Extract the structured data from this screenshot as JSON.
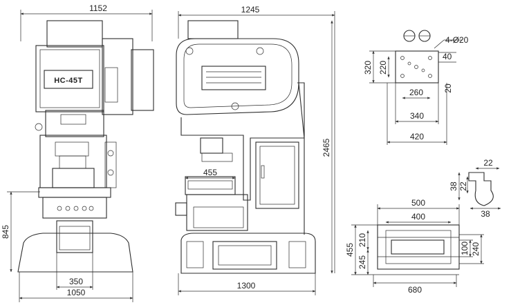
{
  "front_view": {
    "model_label": "HC-45T",
    "dim_total_width": "1152",
    "dim_base_width": "1050",
    "dim_bolster_width": "350",
    "dim_height": "845"
  },
  "side_view": {
    "dim_top_width": "1245",
    "dim_base_width": "1300",
    "dim_throat": "455",
    "dim_total_height": "2465"
  },
  "slide_bottom_view": {
    "hole_spec": "4-Ø20",
    "dim_40": "40",
    "dim_320": "320",
    "dim_220": "220",
    "dim_20": "20",
    "dim_260": "260",
    "dim_340": "340",
    "dim_420": "420"
  },
  "tslot_view": {
    "dim_22_top": "22",
    "dim_38_left": "38",
    "dim_22_left": "22",
    "dim_38_bottom": "38"
  },
  "bolster_view": {
    "dim_500": "500",
    "dim_400": "400",
    "dim_455": "455",
    "dim_210": "210",
    "dim_245": "245",
    "dim_100": "100",
    "dim_240": "240",
    "dim_680": "680"
  }
}
